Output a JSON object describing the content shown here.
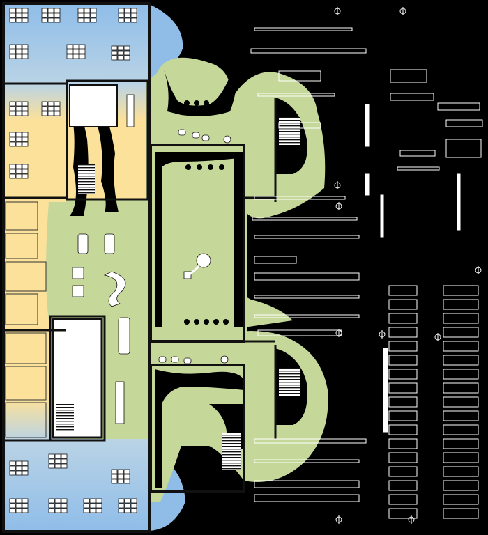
{
  "plan": {
    "background_color": "#000000",
    "wall_color": "#111111",
    "fixture_color": "#ffffff",
    "zones": [
      {
        "name": "open-office-north",
        "color": "#8fbde8"
      },
      {
        "name": "open-office-middle",
        "color": "#fbe19a"
      },
      {
        "name": "open-office-south",
        "color": "#8fbde8"
      },
      {
        "name": "garden-atrium",
        "color": "#c6d79a"
      },
      {
        "name": "service-core-north",
        "color": "#ffffff"
      },
      {
        "name": "service-core-south",
        "color": "#ffffff"
      }
    ],
    "legend": []
  }
}
